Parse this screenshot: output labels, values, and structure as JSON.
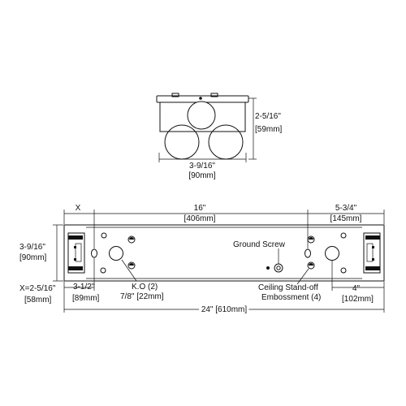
{
  "top_view": {
    "height_in": "2-5/16\"",
    "height_mm": "[59mm]",
    "width_in": "3-9/16\"",
    "width_mm": "[90mm]"
  },
  "bottom_view": {
    "x_label": "X",
    "span_center_in": "16\"",
    "span_center_mm": "[406mm]",
    "span_right_in": "5-3/4\"",
    "span_right_mm": "[145mm]",
    "depth_in": "3-9/16\"",
    "depth_mm": "[90mm]",
    "x_value_in": "X=2-5/16\"",
    "x_value_mm": "[58mm]",
    "left_offset_in": "3-1/2\"",
    "left_offset_mm": "[89mm]",
    "ko_label": "K.O (2)",
    "ko_size": "7/8\" [22mm]",
    "ground_screw": "Ground Screw",
    "standoff_line1": "Ceiling Stand-off",
    "standoff_line2": "Embossment (4)",
    "right_offset_in": "4\"",
    "right_offset_mm": "[102mm]",
    "overall": "24\" [610mm]"
  }
}
